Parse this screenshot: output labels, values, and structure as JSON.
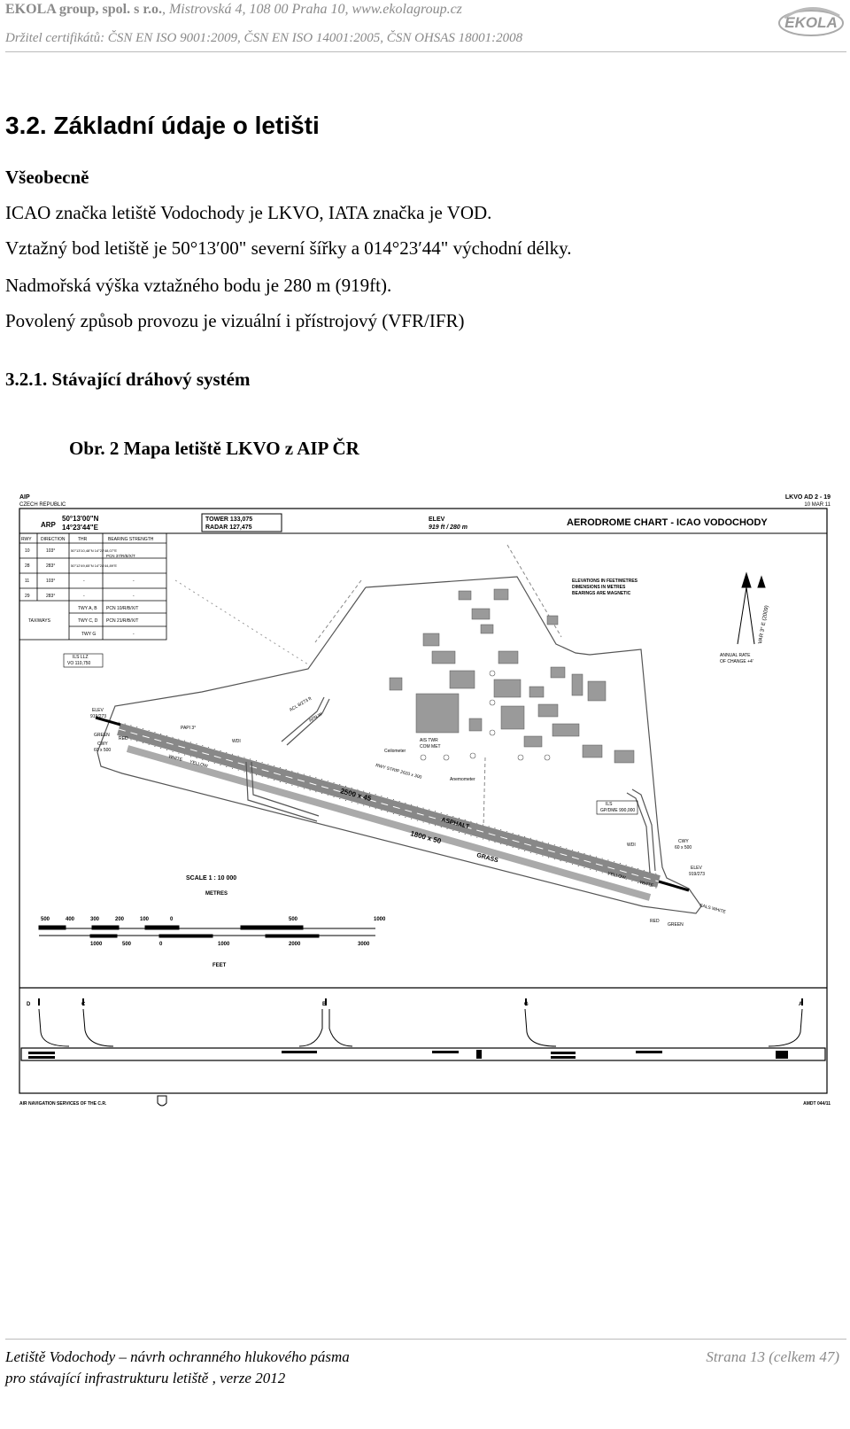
{
  "header": {
    "company": "EKOLA group, spol. s r.o.",
    "address": ", Mistrovská 4, 108 00 Praha 10, www.ekolagroup.cz",
    "certificates": "Držitel certifikátů: ČSN EN ISO 9001:2009, ČSN EN ISO 14001:2005, ČSN OHSAS 18001:2008",
    "logo_text": "EKOLA"
  },
  "section": {
    "title": "3.2. Základní údaje o letišti",
    "subtitle": "Všeobecně",
    "lines": [
      "ICAO značka letiště Vodochody je LKVO, IATA značka je VOD.",
      "Vztažný bod letiště je 50°13′00\" severní šířky a 014°23′44\" východní délky.",
      "Nadmořská výška vztažného bodu je 280 m (919ft).",
      "Povolený způsob provozu je vizuální i přístrojový (VFR/IFR)"
    ],
    "subsection": "3.2.1. Stávající dráhový systém",
    "figure_caption": "Obr. 2 Mapa letiště LKVO z AIP ČR"
  },
  "chart": {
    "aip": "AIP",
    "country": "CZECH REPUBLIC",
    "page_id": "LKVO AD 2 - 19",
    "date": "10 MAR 11",
    "arp_label": "ARP",
    "arp_lat": "50°13'00\"N",
    "arp_lon": "14°23'44\"E",
    "tower": "TOWER   133,075",
    "radar": "RADAR   127,475",
    "elev_label": "ELEV",
    "elev_value": "919 ft / 280 m",
    "title": "AERODROME CHART - ICAO   VODOCHODY",
    "table_headers": [
      "RWY",
      "DIRECTION",
      "THR",
      "BEARING STRENGTH"
    ],
    "table_rows": [
      [
        "10",
        "103°",
        "50°13'10,48\"N 14°22'48,07\"E",
        "PCN 37/R/B/X/T"
      ],
      [
        "28",
        "283°",
        "50°12'49,65\"N 14°24'44,89\"E",
        ""
      ],
      [
        "11",
        "103°",
        "-",
        "-"
      ],
      [
        "29",
        "283°",
        "-",
        "-"
      ]
    ],
    "taxiways_label": "TAXIWAYS",
    "taxiway_rows": [
      [
        "TWY A, B",
        "PCN 10/R/B/X/T"
      ],
      [
        "TWY C, D",
        "PCN 21/R/B/X/T"
      ],
      [
        "TWY G",
        "-"
      ]
    ],
    "notes": [
      "ELEVATIONS IN FEET/METRES",
      "DIMENSIONS IN METRES",
      "BEARINGS ARE MAGNETIC"
    ],
    "var": "VAR 3° E (2009)",
    "annual": "ANNUAL RATE",
    "annual2": "OF CHANGE +4'",
    "ils_llz": "ILS LLZ",
    "ils_llz_freq": "VO 110,750",
    "ils_gp": "ILS",
    "ils_gp_freq": "GP/DME 990,000",
    "acl": "ACL 8/273 ft",
    "apn": "APN W",
    "papi": "PAPI 3°",
    "wdi": "WDI",
    "ceilometer": "Ceilometer",
    "twr": "AIS TWR",
    "met": "COM MET",
    "anemometer": "Anemometer",
    "rwy_strip": "RWY STRIP 2620 x 300",
    "rwy_main": "2500 x 45",
    "asphalt": "ASPHALT",
    "rwy_grass": "1800 x 50",
    "grass": "GRASS",
    "cwy": "CWY",
    "cwy_dim": "60 x 500",
    "elev_thr": "ELEV",
    "elev_thr_val": "919/273",
    "green": "GREEN",
    "red": "RED",
    "white": "WHITE",
    "yellow": "YELLOW",
    "sals": "SALS WHITE",
    "scale": "SCALE  1 : 10 000",
    "metres": "METRES",
    "feet": "FEET",
    "metre_ticks": [
      "500",
      "400",
      "300",
      "200",
      "100",
      "0",
      "500",
      "1000"
    ],
    "feet_ticks": [
      "1000",
      "500",
      "0",
      "1000",
      "2000",
      "3000"
    ],
    "twy_labels": [
      "D",
      "C",
      "B",
      "G",
      "A"
    ],
    "footer_left": "AIR NAVIGATION SERVICES OF THE C.R.",
    "footer_right": "AMDT 044/11"
  },
  "footer": {
    "left1": "Letiště Vodochody – návrh ochranného hlukového pásma",
    "right1": "Strana 13 (celkem 47)",
    "left2": "pro stávající infrastrukturu letiště , verze 2012"
  }
}
